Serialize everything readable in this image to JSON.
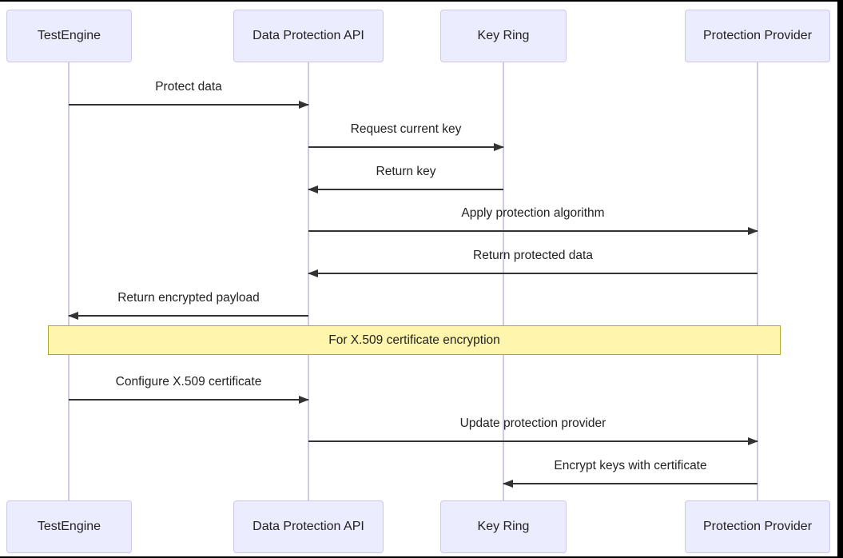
{
  "diagram": {
    "type": "sequence",
    "actors": [
      {
        "name": "TestEngine"
      },
      {
        "name": "Data Protection API"
      },
      {
        "name": "Key Ring"
      },
      {
        "name": "Protection Provider"
      }
    ],
    "messages": [
      {
        "label": "Protect data",
        "from": "TestEngine",
        "to": "Data Protection API",
        "direction": "right"
      },
      {
        "label": "Request current key",
        "from": "Data Protection API",
        "to": "Key Ring",
        "direction": "right"
      },
      {
        "label": "Return key",
        "from": "Key Ring",
        "to": "Data Protection API",
        "direction": "left"
      },
      {
        "label": "Apply protection algorithm",
        "from": "Data Protection API",
        "to": "Protection Provider",
        "direction": "right"
      },
      {
        "label": "Return protected data",
        "from": "Protection Provider",
        "to": "Data Protection API",
        "direction": "left"
      },
      {
        "label": "Return encrypted payload",
        "from": "Data Protection API",
        "to": "TestEngine",
        "direction": "left"
      },
      {
        "label": "Configure X.509 certificate",
        "from": "TestEngine",
        "to": "Data Protection API",
        "direction": "right"
      },
      {
        "label": "Update protection provider",
        "from": "Data Protection API",
        "to": "Protection Provider",
        "direction": "right"
      },
      {
        "label": "Encrypt keys with certificate",
        "from": "Protection Provider",
        "to": "Key Ring",
        "direction": "left"
      }
    ],
    "note": {
      "text": "For X.509 certificate encryption",
      "placement": "over all actors"
    },
    "colors": {
      "actor_fill": "#ECECFF",
      "actor_border": "#CFC6EE",
      "lifeline": "#D3C8EA",
      "note_fill": "#FFF5AD",
      "note_border": "#AAAA33",
      "arrow": "#333333"
    }
  }
}
